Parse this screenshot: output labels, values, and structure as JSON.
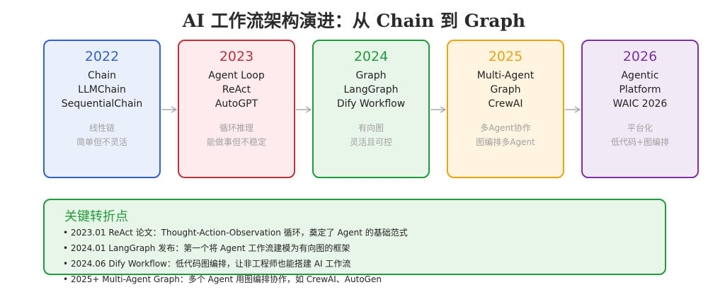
{
  "title": "AI 工作流架构演进：从 Chain 到 Graph",
  "stages": [
    {
      "year": "2022",
      "tech": [
        "Chain",
        "LLMChain",
        "SequentialChain"
      ],
      "notes": [
        "线性链",
        "简单但不灵活"
      ],
      "color": "#2f5fd6",
      "bg": "#eaf0fb"
    },
    {
      "year": "2023",
      "tech": [
        "Agent Loop",
        "ReAct",
        "AutoGPT"
      ],
      "notes": [
        "循环推理",
        "能做事但不稳定"
      ],
      "color": "#c0303a",
      "bg": "#fdebee"
    },
    {
      "year": "2024",
      "tech": [
        "Graph",
        "LangGraph",
        "Dify Workflow"
      ],
      "notes": [
        "有向图",
        "灵活且可控"
      ],
      "color": "#1f9a3b",
      "bg": "#e8f5e9"
    },
    {
      "year": "2025",
      "tech": [
        "Multi-Agent",
        "Graph",
        "CrewAI"
      ],
      "notes": [
        "多Agent协作",
        "图编排多Agent"
      ],
      "color": "#f2a007",
      "bg": "#fff4e0"
    },
    {
      "year": "2026",
      "tech": [
        "Agentic",
        "Platform",
        "WAIC 2026"
      ],
      "notes": [
        "平台化",
        "低代码+图编排"
      ],
      "color": "#7d2fa6",
      "bg": "#f2e9f7"
    }
  ],
  "turning_points": {
    "heading": "关键转折点",
    "items": [
      "• 2023.01 ReAct 论文：Thought-Action-Observation 循环，奠定了 Agent 的基础范式",
      "• 2024.01 LangGraph 发布：第一个将 Agent 工作流建模为有向图的框架",
      "• 2024.06 Dify Workflow：低代码图编排，让非工程师也能搭建 AI 工作流",
      "• 2025+ Multi-Agent Graph：多个 Agent 用图编排协作，如 CrewAI、AutoGen"
    ],
    "color": "#1f9a3b"
  }
}
